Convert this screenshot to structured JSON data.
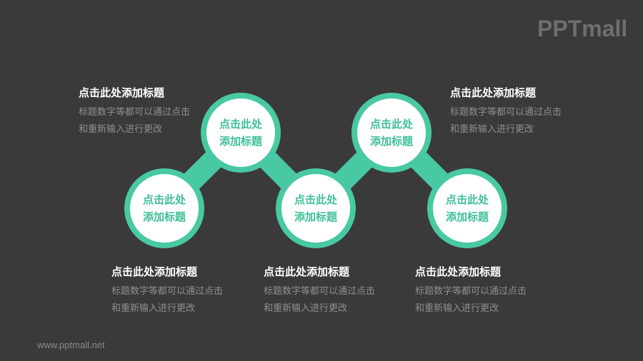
{
  "brand": {
    "logo_text": "PPTmall",
    "website": "www.pptmall.net"
  },
  "colors": {
    "background": "#3a3a3a",
    "accent": "#48c9a3",
    "node_fill": "#ffffff"
  },
  "nodes": [
    {
      "line1": "点击此处",
      "line2": "添加标题"
    },
    {
      "line1": "点击此处",
      "line2": "添加标题"
    },
    {
      "line1": "点击此处",
      "line2": "添加标题"
    },
    {
      "line1": "点击此处",
      "line2": "添加标题"
    },
    {
      "line1": "点击此处",
      "line2": "添加标题"
    }
  ],
  "blocks": [
    {
      "title": "点击此处添加标题",
      "desc": "标题数字等都可以通过点击和重新输入进行更改"
    },
    {
      "title": "点击此处添加标题",
      "desc": "标题数字等都可以通过点击和重新输入进行更改"
    },
    {
      "title": "点击此处添加标题",
      "desc": "标题数字等都可以通过点击和重新输入进行更改"
    },
    {
      "title": "点击此处添加标题",
      "desc": "标题数字等都可以通过点击和重新输入进行更改"
    },
    {
      "title": "点击此处添加标题",
      "desc": "标题数字等都可以通过点击和重新输入进行更改"
    }
  ]
}
